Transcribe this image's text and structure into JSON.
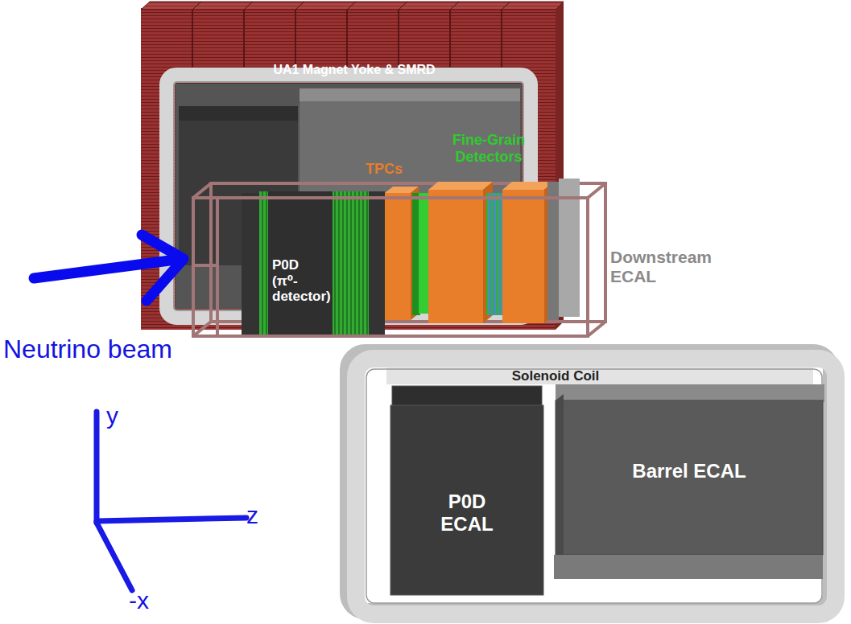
{
  "diagram": {
    "nodes": [
      {
        "text": [
          "UA1 Magnet Yoke & SMRD"
        ]
      },
      {
        "text": [
          "P0D (π⁰- detector)"
        ]
      },
      {
        "text": [
          "Solenoid Coil"
        ]
      },
      {
        "text": [
          "P0D ECAL"
        ],
        "in": 2
      },
      {
        "text": [
          "Barrel ECAL"
        ],
        "in": 2
      }
    ],
    "labels": [
      "TPCs",
      "Fine-Grain Detectors",
      "Downstream ECAL",
      "Neutrino beam",
      "y",
      "z",
      "-x"
    ]
  }
}
